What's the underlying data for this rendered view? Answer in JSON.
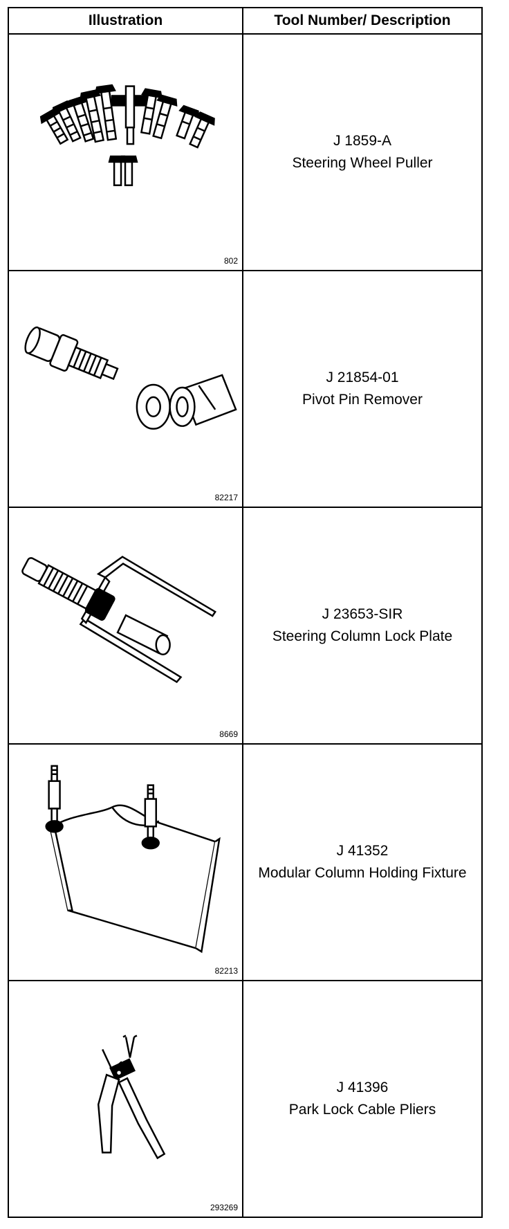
{
  "table": {
    "header_illustration": "Illustration",
    "header_description": "Tool Number/ Description",
    "rows": [
      {
        "fig": "802",
        "tool_number": "J 1859-A",
        "description": "Steering Wheel Puller",
        "icon": "steering-wheel-puller-icon"
      },
      {
        "fig": "82217",
        "tool_number": "J 21854-01",
        "description": "Pivot Pin Remover",
        "icon": "pivot-pin-remover-icon"
      },
      {
        "fig": "8669",
        "tool_number": "J 23653-SIR",
        "description": "Steering Column Lock Plate",
        "icon": "lock-plate-compressor-icon"
      },
      {
        "fig": "82213",
        "tool_number": "J 41352",
        "description": "Modular Column Holding Fixture",
        "icon": "holding-fixture-icon"
      },
      {
        "fig": "293269",
        "tool_number": "J 41396",
        "description": "Park Lock Cable Pliers",
        "icon": "pliers-icon"
      }
    ]
  }
}
